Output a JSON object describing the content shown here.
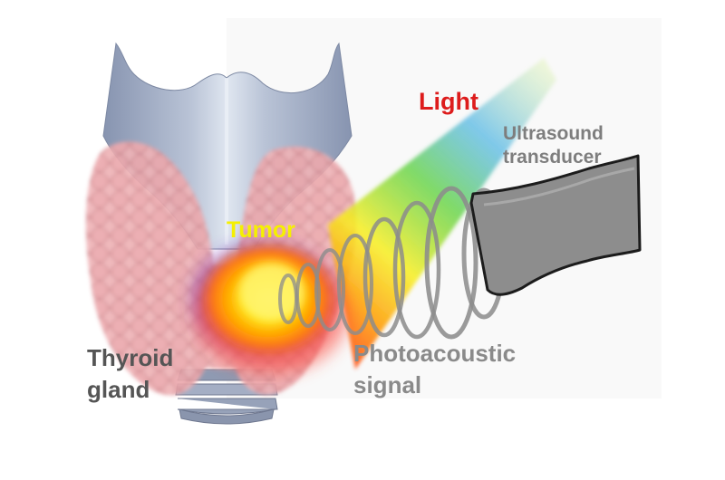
{
  "labels": {
    "light": "Light",
    "ultrasound_line1": "Ultrasound",
    "ultrasound_line2": "transducer",
    "tumor": "Tumor",
    "thyroid_line1": "Thyroid",
    "thyroid_line2": "gland",
    "photoacoustic_line1": "Photoacoustic",
    "photoacoustic_line2": "signal"
  },
  "colors": {
    "light_label": "#dd1c1c",
    "tumor_label": "#f5f000",
    "ultrasound_label": "#7e7e7e",
    "thyroid_label": "#555555",
    "photoacoustic_label": "#8a8a8a",
    "cartilage": "#a6b2c8",
    "gland": "#e7a0a4",
    "transducer": "#8c8c8c",
    "signal_rings": "#909090"
  }
}
